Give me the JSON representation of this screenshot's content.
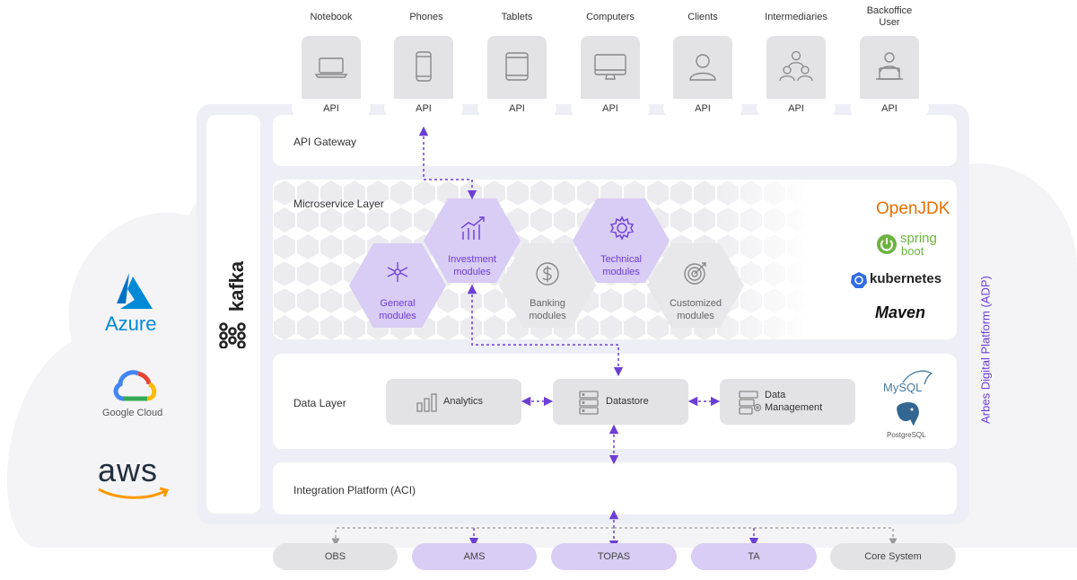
{
  "devices": [
    {
      "label": "Notebook",
      "icon": "laptop-icon",
      "api": "API"
    },
    {
      "label": "Phones",
      "icon": "phone-icon",
      "api": "API"
    },
    {
      "label": "Tablets",
      "icon": "tablet-icon",
      "api": "API"
    },
    {
      "label": "Computers",
      "icon": "monitor-icon",
      "api": "API"
    },
    {
      "label": "Clients",
      "icon": "user-icon",
      "api": "API"
    },
    {
      "label": "Intermediaries",
      "icon": "users-group-icon",
      "api": "API"
    },
    {
      "label_line1": "Backoffice",
      "label_line2": "User",
      "icon": "backoffice-user-icon",
      "api": "API"
    }
  ],
  "layers": {
    "api_gateway": "API Gateway",
    "microservice": "Microservice Layer",
    "data": "Data Layer",
    "integration": "Integration Platform (ACI)"
  },
  "modules": {
    "general": {
      "line1": "General",
      "line2": "modules"
    },
    "investment": {
      "line1": "Investment",
      "line2": "modules"
    },
    "banking": {
      "line1": "Banking",
      "line2": "modules"
    },
    "technical": {
      "line1": "Technical",
      "line2": "modules"
    },
    "customized": {
      "line1": "Customized",
      "line2": "modules"
    }
  },
  "data_boxes": {
    "analytics": "Analytics",
    "datastore": "Datastore",
    "data_management_1": "Data",
    "data_management_2": "Management"
  },
  "tech_logos": {
    "openjdk": "OpenJDK",
    "spring_1": "spring",
    "spring_2": "boot",
    "kubernetes": "kubernetes",
    "maven": "Maven",
    "mysql": "MySQL",
    "postgresql": "PostgreSQL"
  },
  "cloud_logos": {
    "azure": "Azure",
    "google": "Google Cloud",
    "aws": "aws"
  },
  "kafka": "kafka",
  "platform_label": "Arbes Digital Platform (ADP)",
  "bottom_systems": [
    {
      "label": "OBS",
      "highlight": false
    },
    {
      "label": "AMS",
      "highlight": true
    },
    {
      "label": "TOPAS",
      "highlight": true
    },
    {
      "label": "TA",
      "highlight": true
    },
    {
      "label": "Core System",
      "highlight": false
    }
  ],
  "colors": {
    "accent": "#6b3fd6",
    "hex_highlight": "#d9ccf5",
    "gray": "#e3e3e6",
    "platform_bg": "#eeeef5"
  }
}
